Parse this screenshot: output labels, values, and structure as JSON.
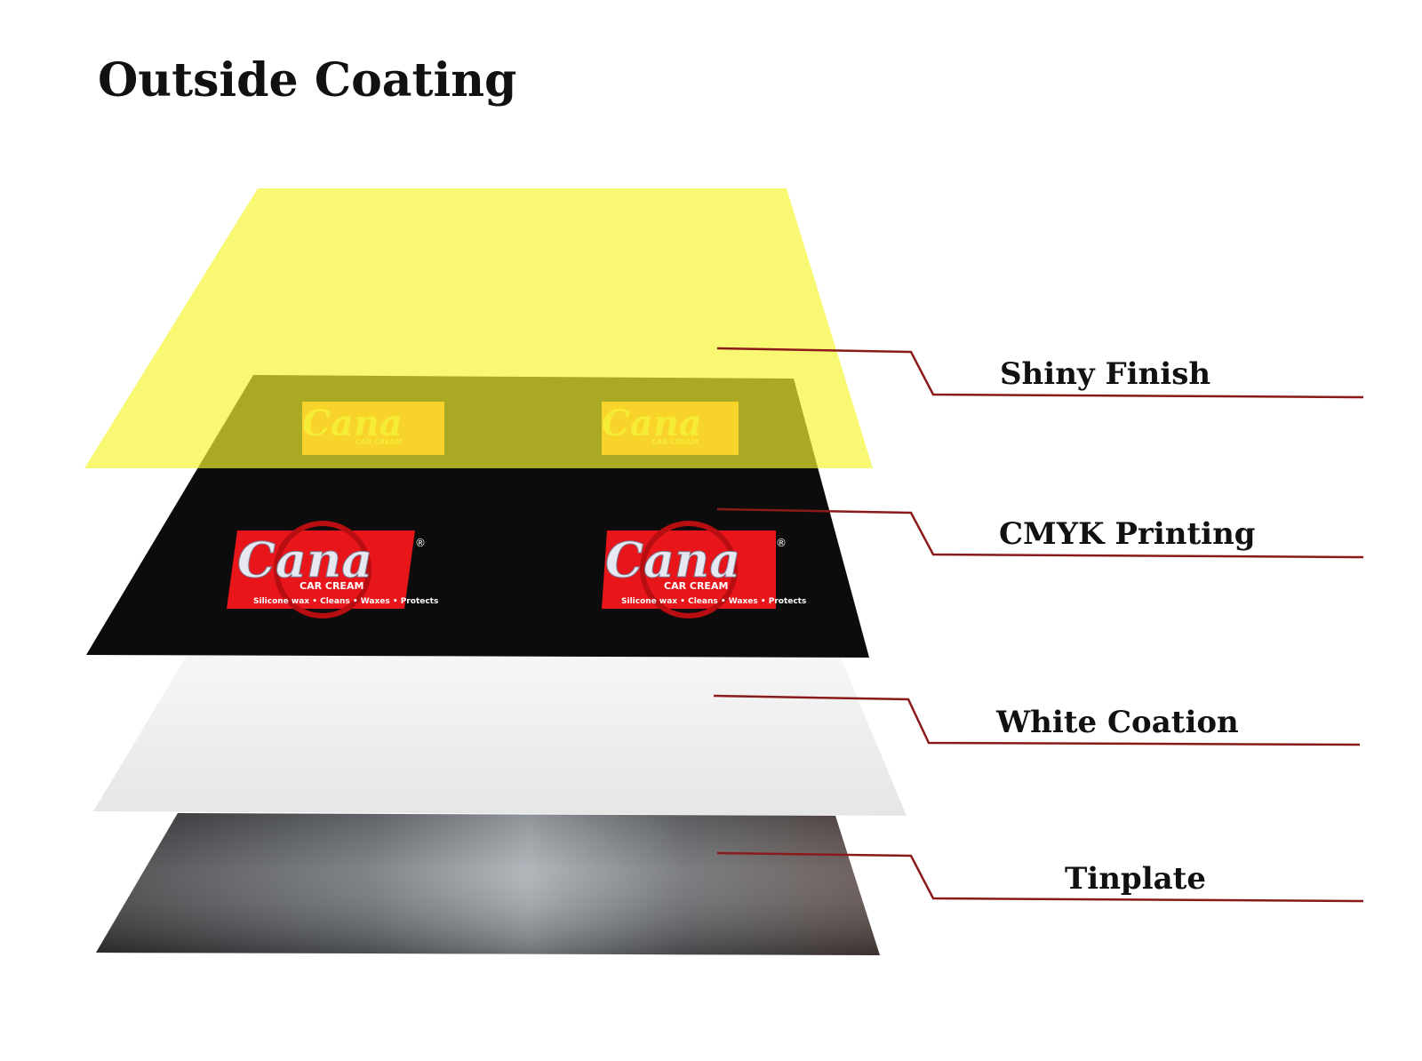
{
  "title": "Outside Coating",
  "layers": [
    {
      "id": "shiny-finish",
      "label": "Shiny Finish",
      "color": "#f5f530"
    },
    {
      "id": "cmyk-printing",
      "label": "CMYK Printing",
      "color": "#0d0d0d"
    },
    {
      "id": "white-coation",
      "label": "White Coation",
      "color": "#ebebeb"
    },
    {
      "id": "tinplate",
      "label": "Tinplate",
      "color": "#6b6e72"
    }
  ],
  "leader_color": "#8b1a1a",
  "logo": {
    "brand": "Cana",
    "registered": "®",
    "subtitle": "CAR CREAM",
    "tagline": "Silicone wax • Cleans • Waxes • Protects",
    "color": "#e8151b"
  }
}
